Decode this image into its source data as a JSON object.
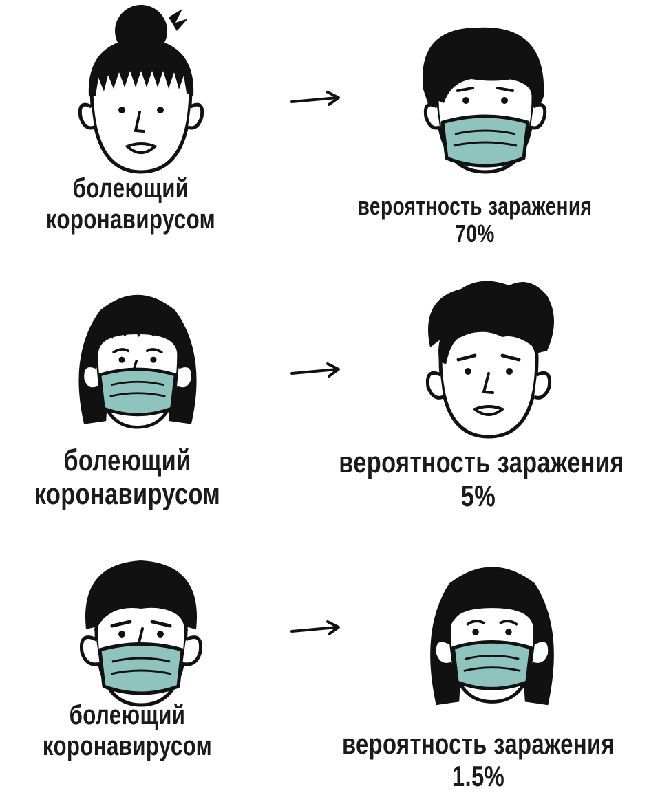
{
  "rows": [
    {
      "sick": {
        "line1": "болеющий",
        "line2": "коронавирусом",
        "masked": false,
        "hair": "bun"
      },
      "arrow_icon": "right-arrow",
      "healthy": {
        "line1": "вероятность заражения",
        "line2": "70%",
        "masked": true,
        "hair": "short"
      }
    },
    {
      "sick": {
        "line1": "болеющий",
        "line2": "коронавирусом",
        "masked": true,
        "hair": "long"
      },
      "arrow_icon": "right-arrow",
      "healthy": {
        "line1": "вероятность заражения",
        "line2": "5%",
        "masked": false,
        "hair": "wavy"
      }
    },
    {
      "sick": {
        "line1": "болеющий",
        "line2": "коронавирусом",
        "masked": true,
        "hair": "short"
      },
      "arrow_icon": "right-arrow",
      "healthy": {
        "line1": "вероятность заражения",
        "line2": "1.5%",
        "masked": true,
        "hair": "long"
      }
    }
  ],
  "colors": {
    "mask": "#8fc3bd",
    "hair": "#111111",
    "skin": "#ffffff",
    "outline": "#111111"
  }
}
